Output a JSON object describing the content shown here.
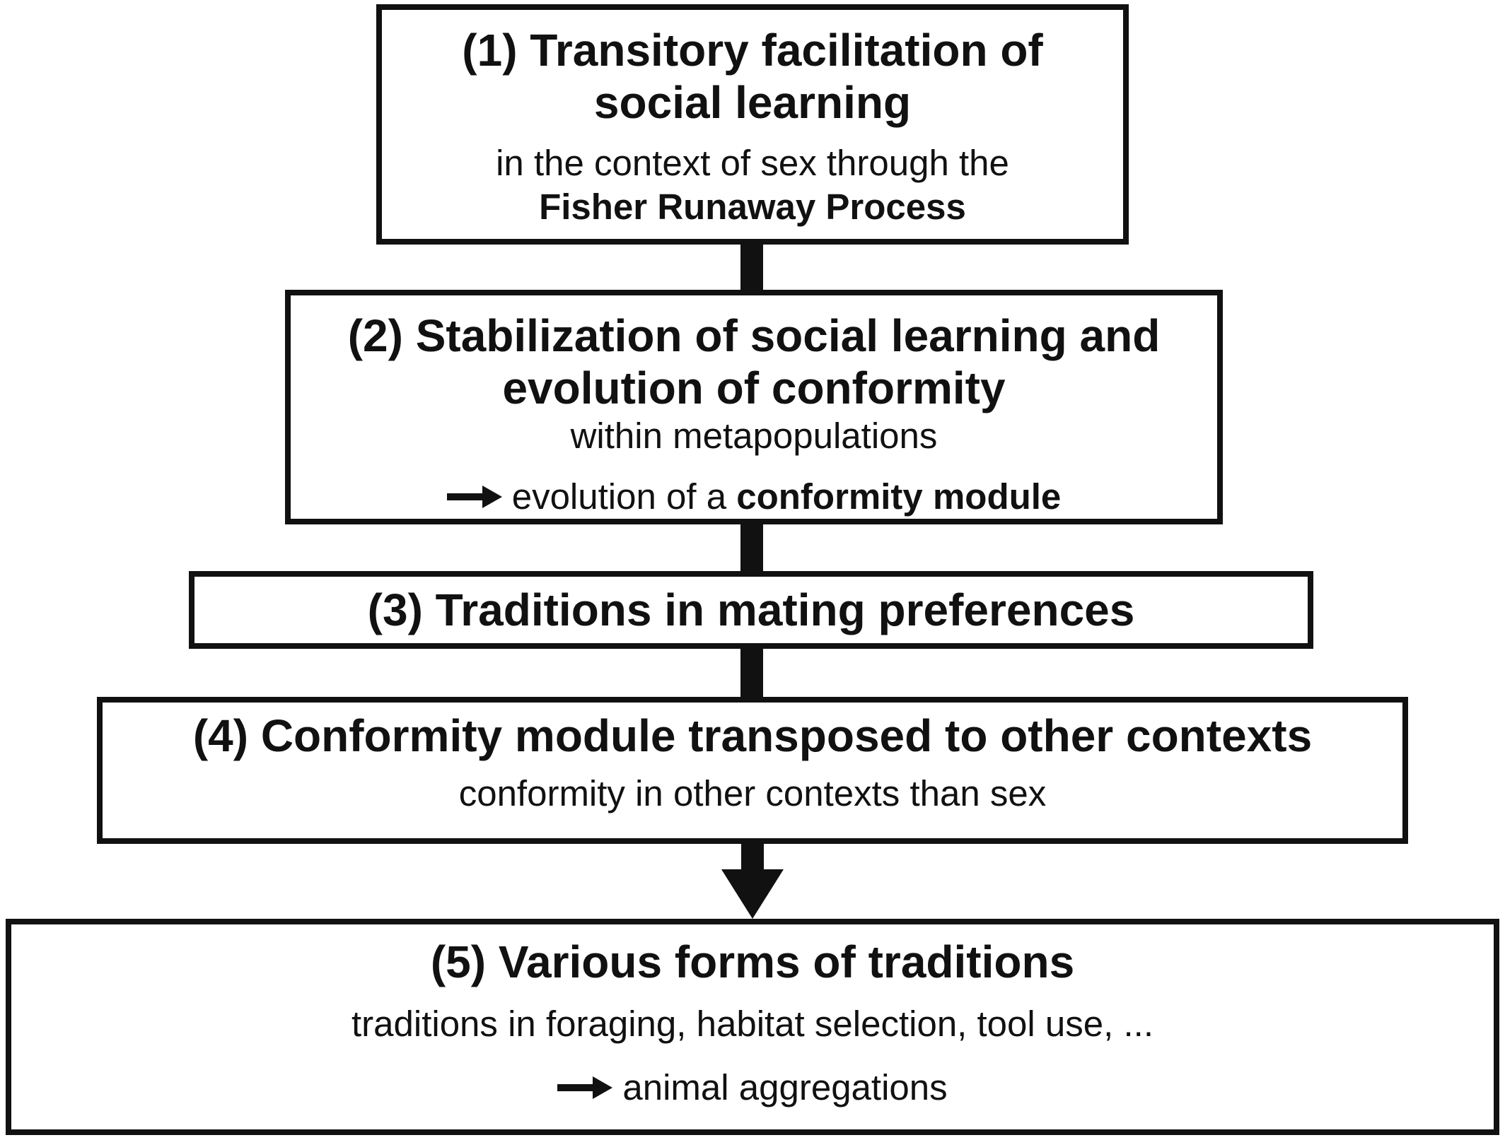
{
  "box1": {
    "title_line1": "(1) Transitory facilitation of",
    "title_line2": "social learning",
    "sub_line1": "in the context of sex through the",
    "sub_bold": "Fisher Runaway Process"
  },
  "box2": {
    "title_line1": "(2) Stabilization of social learning and",
    "title_line2": "evolution of conformity",
    "sub_line1": "within metapopulations",
    "arrow_text": "evolution of a ",
    "arrow_bold": "conformity module"
  },
  "box3": {
    "title": "(3) Traditions in mating preferences"
  },
  "box4": {
    "title": "(4) Conformity module transposed to other contexts",
    "sub": "conformity in other contexts than sex"
  },
  "box5": {
    "title": "(5) Various forms of traditions",
    "sub": "traditions in foraging, habitat selection, tool use, ...",
    "arrow_text": "animal aggregations"
  }
}
